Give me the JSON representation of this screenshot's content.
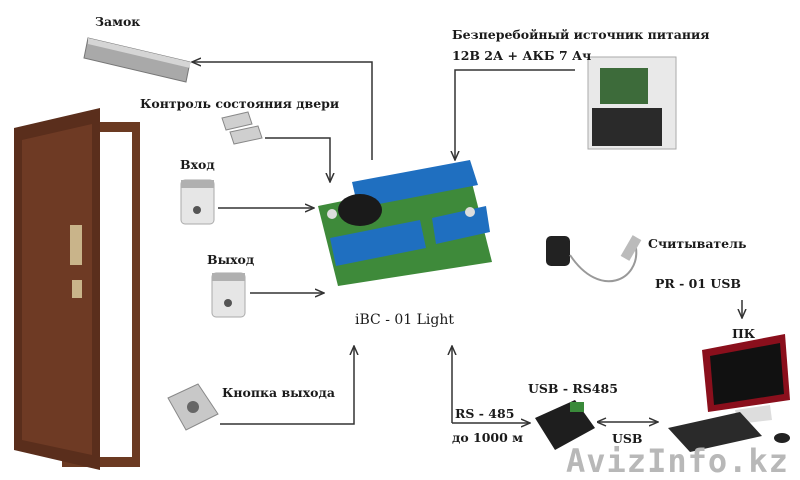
{
  "labels": {
    "lock": "Замок",
    "door_sensor": "Контроль состояния двери",
    "entry": "Вход",
    "exit": "Выход",
    "exit_button": "Кнопка выхода",
    "controller": "iBC - 01 Light",
    "psu_line1": "Безперебойный источник питания",
    "psu_line2": "12В 2А + АКБ 7 Ач",
    "reader": "Считыватель",
    "reader_model": "PR - 01 USB",
    "pc": "ПК",
    "converter": "USB - RS485",
    "rs485": "RS - 485",
    "distance": "до 1000 м",
    "usb": "USB"
  },
  "watermark": "AvizInfo.kz",
  "colors": {
    "board": "#3e8a3a",
    "terminals": "#1f6fc0",
    "arrows": "#333333",
    "door": "#5a2e1c",
    "pc_frame": "#8a0f1c"
  }
}
